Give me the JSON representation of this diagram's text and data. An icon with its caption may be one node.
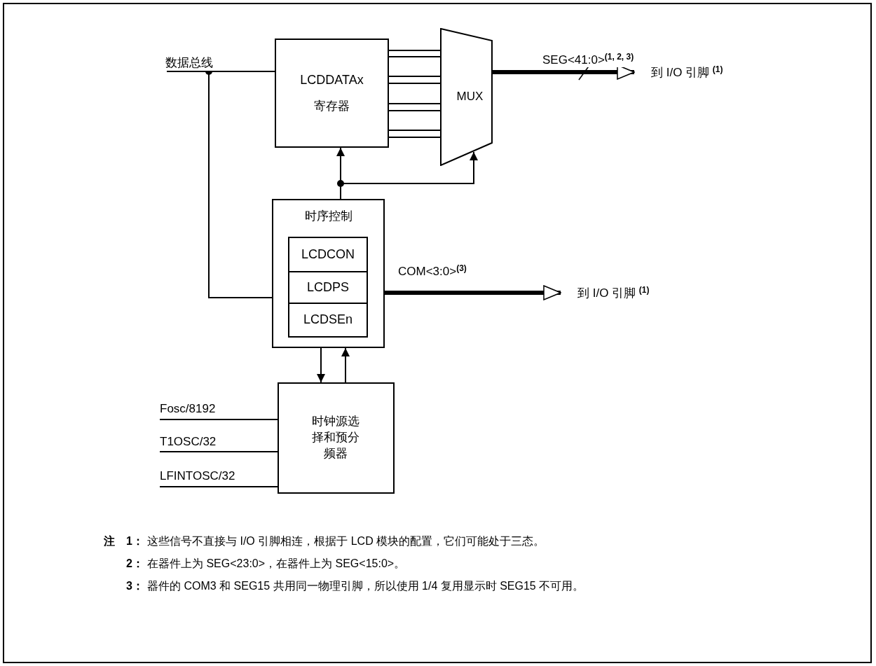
{
  "diagram": {
    "nodes": [
      {
        "text": [
          "LCDDATAx",
          "寄存器"
        ]
      },
      {
        "text": [
          "MUX"
        ]
      },
      {
        "text": [
          "时序控制"
        ]
      },
      {
        "text": [
          "LCDCON"
        ],
        "in": 2
      },
      {
        "text": [
          "LCDPS"
        ],
        "in": 2
      },
      {
        "text": [
          "LCDSEn"
        ],
        "in": 2
      },
      {
        "text": [
          "时钟源选择和预分频器"
        ]
      },
      {
        "text": [
          "到 I/O 引脚 $^{(1)}$"
        ]
      },
      {
        "text": [
          "到 I/O 引脚 $^{(1)}$"
        ]
      }
    ],
    "edges": [
      {
        "from": null,
        "to": 0,
        "arrow": "none",
        "label": "数据总线"
      },
      {
        "from": null,
        "to": 2,
        "arrow": "none"
      },
      {
        "from": 0,
        "to": 1,
        "arrow": "none"
      },
      {
        "from": 0,
        "to": 1,
        "arrow": "none"
      },
      {
        "from": 0,
        "to": 1,
        "arrow": "none"
      },
      {
        "from": 0,
        "to": 1,
        "arrow": "none"
      },
      {
        "from": 0,
        "to": 1,
        "arrow": "none"
      },
      {
        "from": 0,
        "to": 1,
        "arrow": "none"
      },
      {
        "from": 0,
        "to": 1,
        "arrow": "none"
      },
      {
        "from": 0,
        "to": 1,
        "arrow": "none"
      },
      {
        "from": 1,
        "to": 7,
        "arrow": "to",
        "label": "SEG<41:0>$^{(1, 2, 3)}$",
        "style": "thick"
      },
      {
        "from": 2,
        "to": 0,
        "arrow": "to"
      },
      {
        "from": 2,
        "to": 1,
        "arrow": "to"
      },
      {
        "from": 2,
        "to": 8,
        "arrow": "to",
        "label": "COM<3:0>$^{(3)}$",
        "style": "thick"
      },
      {
        "from": 2,
        "to": 6,
        "arrow": "to"
      },
      {
        "from": 6,
        "to": 2,
        "arrow": "to"
      },
      {
        "from": null,
        "to": 6,
        "arrow": "none",
        "label": "Fosc/8192"
      },
      {
        "from": null,
        "to": 6,
        "arrow": "none",
        "label": "T1OSC/32"
      },
      {
        "from": null,
        "to": 6,
        "arrow": "none",
        "label": "LFINTOSC/32"
      }
    ],
    "labels": [
      "注",
      "1：",
      "这些信号不直接与 I/O 引脚相连，根据于 LCD 模块的配置，它们可能处于三态。",
      "2：",
      "在器件上为 SEG<23:0>，在器件上为 SEG<15:0>。",
      "3：",
      "器件的 COM3 和 SEG15 共用同一物理引脚，所以使用 1/4 复用显示时 SEG15 不可用。"
    ]
  }
}
